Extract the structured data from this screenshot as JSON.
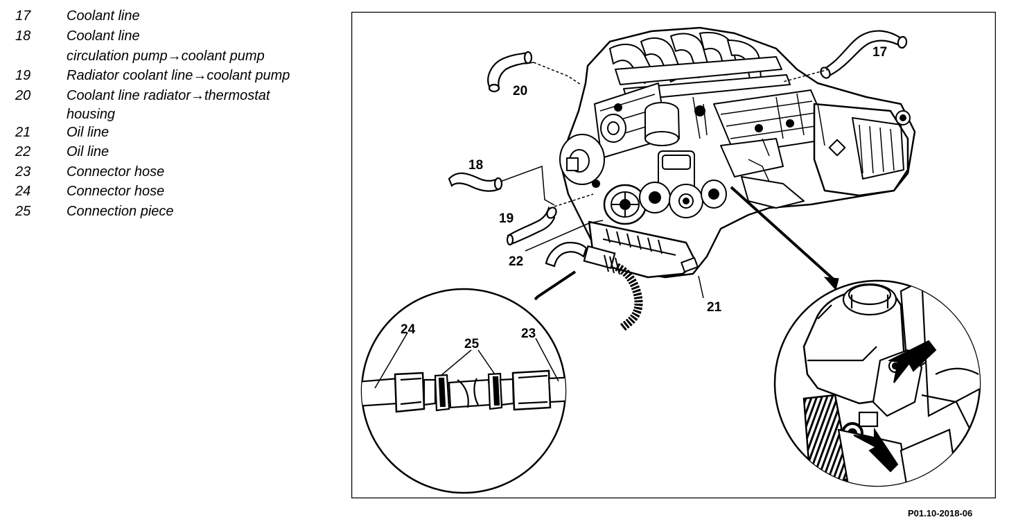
{
  "legend": {
    "items": [
      {
        "number": "17",
        "text": "Coolant line",
        "text2": ""
      },
      {
        "number": "18",
        "text": "Coolant line",
        "text2": "circulation pump→coolant pump"
      },
      {
        "number": "19",
        "text": "Radiator coolant line→coolant pump",
        "text2": ""
      },
      {
        "number": "20",
        "text": "Coolant line radiator→thermostat",
        "text2": "housing"
      },
      {
        "number": "21",
        "text": "Oil line",
        "text2": ""
      },
      {
        "number": "22",
        "text": "Oil line",
        "text2": ""
      },
      {
        "number": "23",
        "text": "Connector hose",
        "text2": ""
      },
      {
        "number": "24",
        "text": "Connector hose",
        "text2": ""
      },
      {
        "number": "25",
        "text": "Connection piece",
        "text2": ""
      }
    ]
  },
  "callouts": {
    "c17": "17",
    "c18": "18",
    "c19": "19",
    "c20": "20",
    "c21": "21",
    "c22": "22",
    "c23": "23",
    "c24": "24",
    "c25": "25"
  },
  "figure_code": "P01.10-2018-06",
  "colors": {
    "ink": "#000000",
    "paper": "#ffffff"
  }
}
